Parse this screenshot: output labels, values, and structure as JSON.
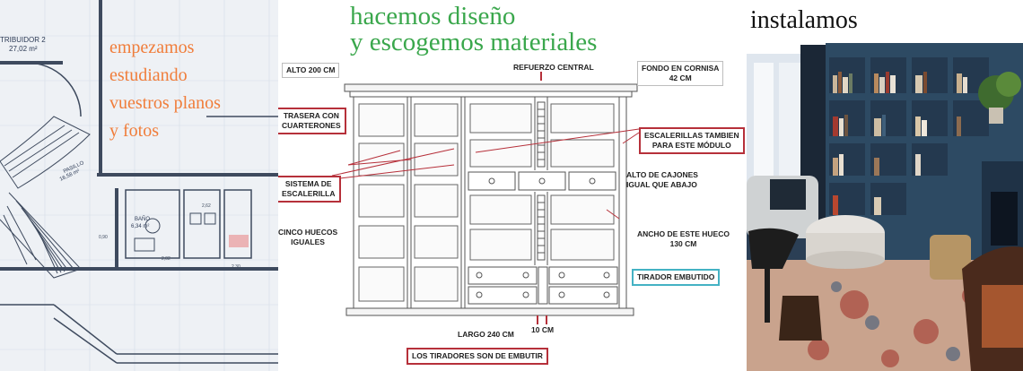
{
  "left_panel": {
    "plan_labels": {
      "room_name": "TRIBUIDOR 2",
      "room_area": "27,02 m²",
      "hall_name": "PASILLO",
      "hall_area": "16,58 m²",
      "bath_name": "BAÑO",
      "bath_area": "6,34 m²"
    },
    "caption_lines": [
      "empezamos",
      "estudiando",
      "vuestros planos",
      "y fotos"
    ],
    "caption_color": "#f07d3a"
  },
  "middle_panel": {
    "title_lines": [
      "hacemos diseño",
      "y escogemos materiales"
    ],
    "title_color": "#3aa74c",
    "labels": {
      "alto": "ALTO 200 CM",
      "refuerzo": "REFUERZO CENTRAL",
      "fondo_line1": "FONDO EN CORNISA",
      "fondo_line2": "42 CM",
      "trasera_line1": "TRASERA CON",
      "trasera_line2": "CUARTERONES",
      "escalerillas_line1": "ESCALERILLAS TAMBIEN",
      "escalerillas_line2": "PARA ESTE MÓDULO",
      "sistema_line1": "SISTEMA DE",
      "sistema_line2": "ESCALERILLA",
      "alto_cajones_line1": "ALTO DE CAJONES",
      "alto_cajones_line2": "IGUAL QUE ABAJO",
      "cinco_line1": "CINCO HUECOS",
      "cinco_line2": "IGUALES",
      "ancho_line1": "ANCHO DE ESTE HUECO",
      "ancho_line2": "130 CM",
      "tirador": "TIRADOR EMBUTIDO",
      "largo": "LARGO 240 CM",
      "diez": "10 CM",
      "tiradores_note": "LOS TIRADORES SON DE EMBUTIR"
    },
    "accent_colors": {
      "red_box": "#b6303a",
      "blue_box": "#44b2c4"
    }
  },
  "right_panel": {
    "title": "instalamos",
    "cabinet_color": "#2d4a63"
  }
}
